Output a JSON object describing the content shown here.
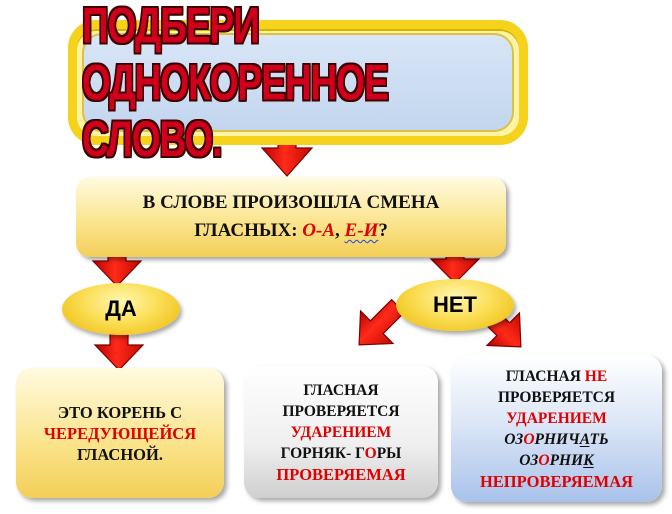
{
  "title": "ПОДБЕРИ ОДНОКОРЕННОЕ СЛОВО.",
  "question": {
    "line1": "В СЛОВЕ ПРОИЗОШЛА СМЕНА",
    "line2_prefix": "ГЛАСНЫХ: ",
    "pair1": "О-А",
    "comma": ", ",
    "pair2": "Е-И",
    "suffix": "?"
  },
  "yes_label": "ДА",
  "no_label": "НЕТ",
  "box_left": {
    "line1": "ЭТО КОРЕНЬ С",
    "line2": "ЧЕРЕДУЮЩЕЙСЯ",
    "line3": "ГЛАСНОЙ."
  },
  "box_middle": {
    "line1": "ГЛАСНАЯ",
    "line2": "ПРОВЕРЯЕТСЯ",
    "line3": "УДАРЕНИЕМ",
    "line4_a": "ГОРНЯК- Г",
    "line4_b": "О",
    "line4_c": "РЫ",
    "line5": "ПРОВЕРЯЕМАЯ"
  },
  "box_right": {
    "line1_a": "ГЛАСНАЯ ",
    "line1_b": "НЕ",
    "line2": "ПРОВЕРЯЕТСЯ",
    "line3": "УДАРЕНИЕМ",
    "line4_a": "ОЗ",
    "line4_b": "О",
    "line4_c": "РНИЧ",
    "line4_d": "А",
    "line4_e": "ТЬ",
    "line5_a": "ОЗ",
    "line5_b": "О",
    "line5_c": "РНИ",
    "line5_d": "К",
    "line6": "НЕПРОВЕРЯЕМАЯ"
  },
  "colors": {
    "accent_red": "#e00000",
    "arrow_red": "#e31b10",
    "frame_yellow": "#f5d21c",
    "title_bg_blue": "#c3d6ef"
  }
}
